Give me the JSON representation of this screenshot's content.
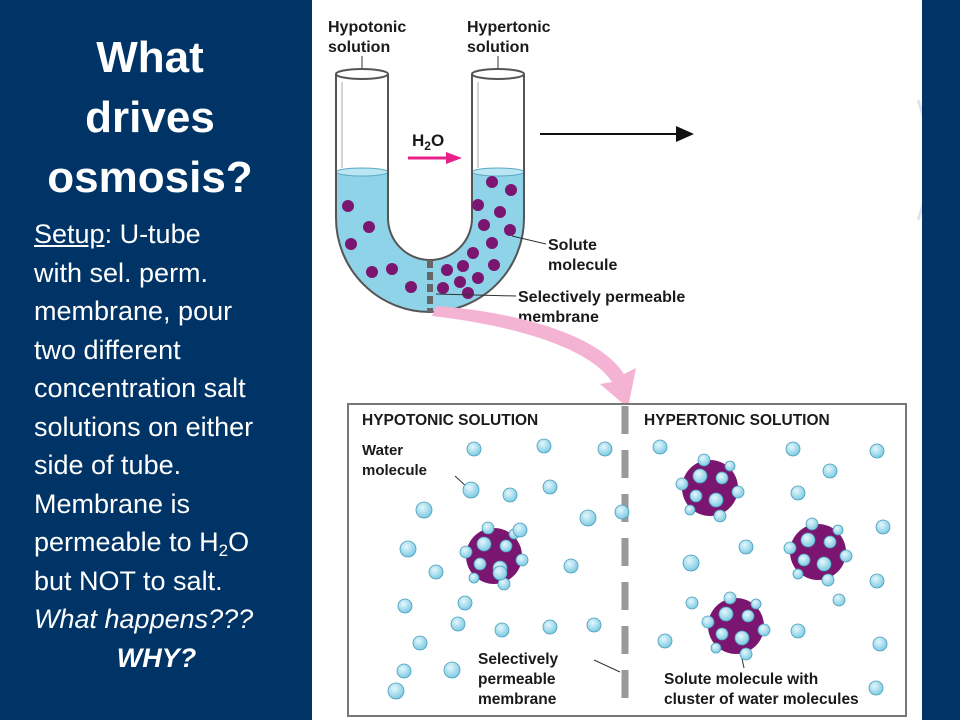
{
  "title": {
    "line1": "What",
    "line2": "drives",
    "line3": "osmosis?"
  },
  "body": {
    "setup_label": "Setup",
    "setup_rest": ": U-tube",
    "lines": [
      "with sel. perm.",
      "membrane, pour",
      "two different",
      "concentration salt",
      "solutions on either",
      "side of tube.",
      "Membrane is"
    ],
    "h2o_prefix": "permeable to H",
    "h2o_sub": "2",
    "h2o_suffix": "O",
    "not_salt": "but NOT to salt.",
    "question": "What happens???",
    "why": "WHY?"
  },
  "diagram": {
    "hypotonic_label": [
      "Hypotonic",
      "solution"
    ],
    "hypertonic_label": [
      "Hypertonic",
      "solution"
    ],
    "h2o_label": "H",
    "h2o_sub": "2",
    "h2o_o": "O",
    "solute_label": [
      "Solute",
      "molecule"
    ],
    "membrane_label": [
      "Selectively permeable",
      "membrane"
    ],
    "zoom_left_header": "HYPOTONIC SOLUTION",
    "zoom_right_header": "HYPERTONIC SOLUTION",
    "water_label": [
      "Water",
      "molecule"
    ],
    "zoom_membrane_label": [
      "Selectively",
      "permeable",
      "membrane"
    ],
    "cluster_label": [
      "Solute molecule with",
      "cluster of water molecules"
    ]
  },
  "colors": {
    "panel": "#003366",
    "liquid": "#8fd3e8",
    "solute": "#7b1670",
    "arrow": "#e8208a",
    "water": "#a8dff0"
  }
}
